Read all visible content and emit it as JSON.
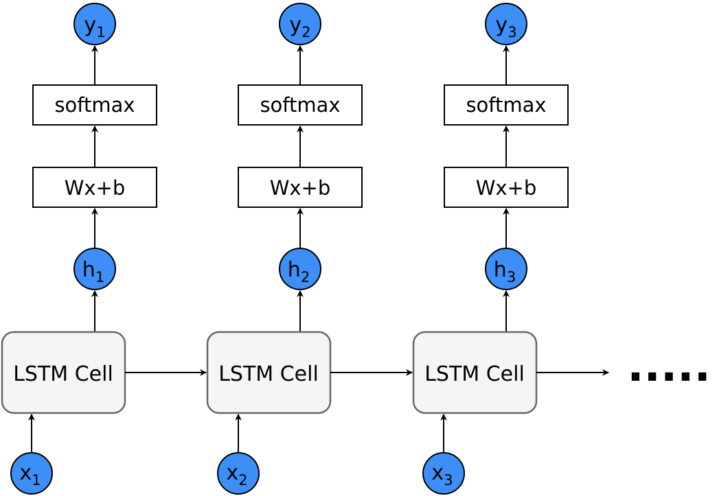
{
  "diagram": {
    "colors": {
      "node_fill": "#3d8ff7",
      "node_stroke": "#000000",
      "cell_fill": "#f5f5f5",
      "cell_stroke": "#666666",
      "box_fill": "#ffffff",
      "box_stroke": "#000000",
      "arrow": "#000000"
    },
    "columns": [
      {
        "output": {
          "base": "y",
          "sub": "1"
        },
        "softmax_label": "softmax",
        "linear_label": "Wx+b",
        "hidden": {
          "base": "h",
          "sub": "1"
        },
        "cell_label": "LSTM Cell",
        "input": {
          "base": "x",
          "sub": "1"
        }
      },
      {
        "output": {
          "base": "y",
          "sub": "2"
        },
        "softmax_label": "softmax",
        "linear_label": "Wx+b",
        "hidden": {
          "base": "h",
          "sub": "2"
        },
        "cell_label": "LSTM Cell",
        "input": {
          "base": "x",
          "sub": "2"
        }
      },
      {
        "output": {
          "base": "y",
          "sub": "3"
        },
        "softmax_label": "softmax",
        "linear_label": "Wx+b",
        "hidden": {
          "base": "h",
          "sub": "3"
        },
        "cell_label": "LSTM Cell",
        "input": {
          "base": "x",
          "sub": "3"
        }
      }
    ],
    "continuation": "....."
  }
}
